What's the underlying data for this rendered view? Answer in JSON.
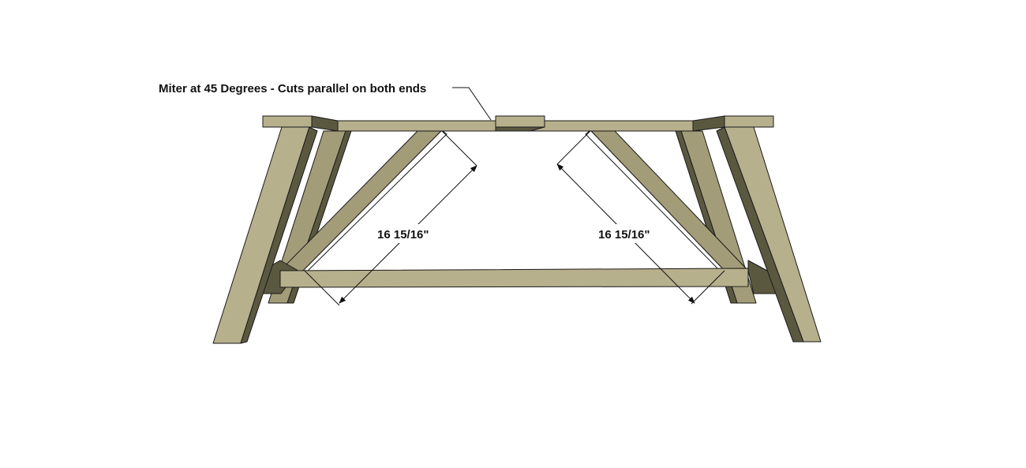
{
  "annotation": {
    "text": "Miter at 45 Degrees - Cuts parallel on both ends"
  },
  "dimensions": [
    {
      "text": "16 15/16\""
    },
    {
      "text": "16 15/16\""
    }
  ],
  "colors": {
    "wood_light": "#b7b08c",
    "wood_mid": "#a39c78",
    "wood_shadow": "#5b5840",
    "outline": "#1a1a1a"
  }
}
